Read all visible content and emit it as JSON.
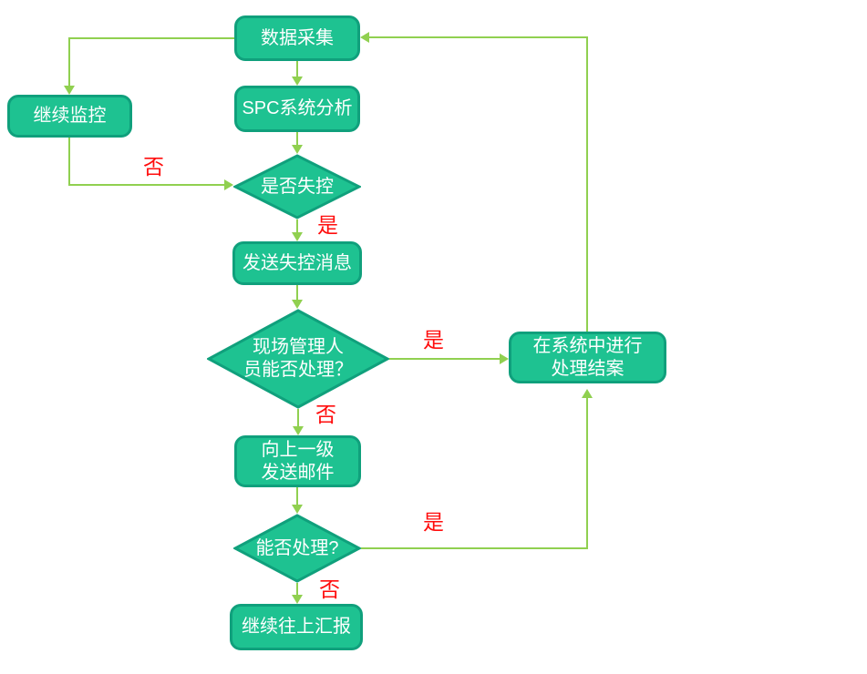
{
  "colors": {
    "node_fill": "#1EC291",
    "node_border": "#10A07C",
    "node_text": "#FFFFFF",
    "connector": "#90D050",
    "edge_label": "#FF0D0D",
    "background": "#FFFFFF"
  },
  "nodes": {
    "data_collection": {
      "label": "数据采集",
      "type": "process"
    },
    "spc_analysis": {
      "label": "SPC系统分析",
      "type": "process"
    },
    "out_of_control": {
      "label": "是否失控",
      "type": "decision"
    },
    "send_message": {
      "label": "发送失控消息",
      "type": "process"
    },
    "onsite_decision": {
      "line1": "现场管理人",
      "line2": "员能否处理？",
      "type": "decision"
    },
    "system_close": {
      "line1": "在系统中进行",
      "line2": "处理结案",
      "type": "process"
    },
    "email_up": {
      "line1": "向上一级",
      "line2": "发送邮件",
      "type": "process"
    },
    "can_handle": {
      "label": "能否处理?",
      "type": "decision"
    },
    "report_up": {
      "label": "继续往上汇报",
      "type": "process"
    },
    "continue_monitor": {
      "label": "继续监控",
      "type": "process"
    }
  },
  "edge_labels": {
    "no_monitor": "否",
    "yes_out_of_control": "是",
    "yes_onsite": "是",
    "no_onsite": "否",
    "yes_can_handle": "是",
    "no_can_handle": "否"
  },
  "edges": [
    {
      "from": "数据采集",
      "to": "SPC系统分析",
      "label": ""
    },
    {
      "from": "SPC系统分析",
      "to": "是否失控",
      "label": ""
    },
    {
      "from": "是否失控",
      "to": "发送失控消息",
      "label": "是"
    },
    {
      "from": "发送失控消息",
      "to": "现场管理人员能否处理？",
      "label": ""
    },
    {
      "from": "现场管理人员能否处理？",
      "to": "在系统中进行处理结案",
      "label": "是"
    },
    {
      "from": "现场管理人员能否处理？",
      "to": "向上一级发送邮件",
      "label": "否"
    },
    {
      "from": "向上一级发送邮件",
      "to": "能否处理?",
      "label": ""
    },
    {
      "from": "能否处理?",
      "to": "在系统中进行处理结案",
      "label": "是"
    },
    {
      "from": "能否处理?",
      "to": "继续往上汇报",
      "label": "否"
    },
    {
      "from": "在系统中进行处理结案",
      "to": "数据采集",
      "label": ""
    },
    {
      "from": "数据采集",
      "to": "继续监控",
      "label": ""
    },
    {
      "from": "继续监控",
      "to": "是否失控",
      "label": "否"
    }
  ]
}
